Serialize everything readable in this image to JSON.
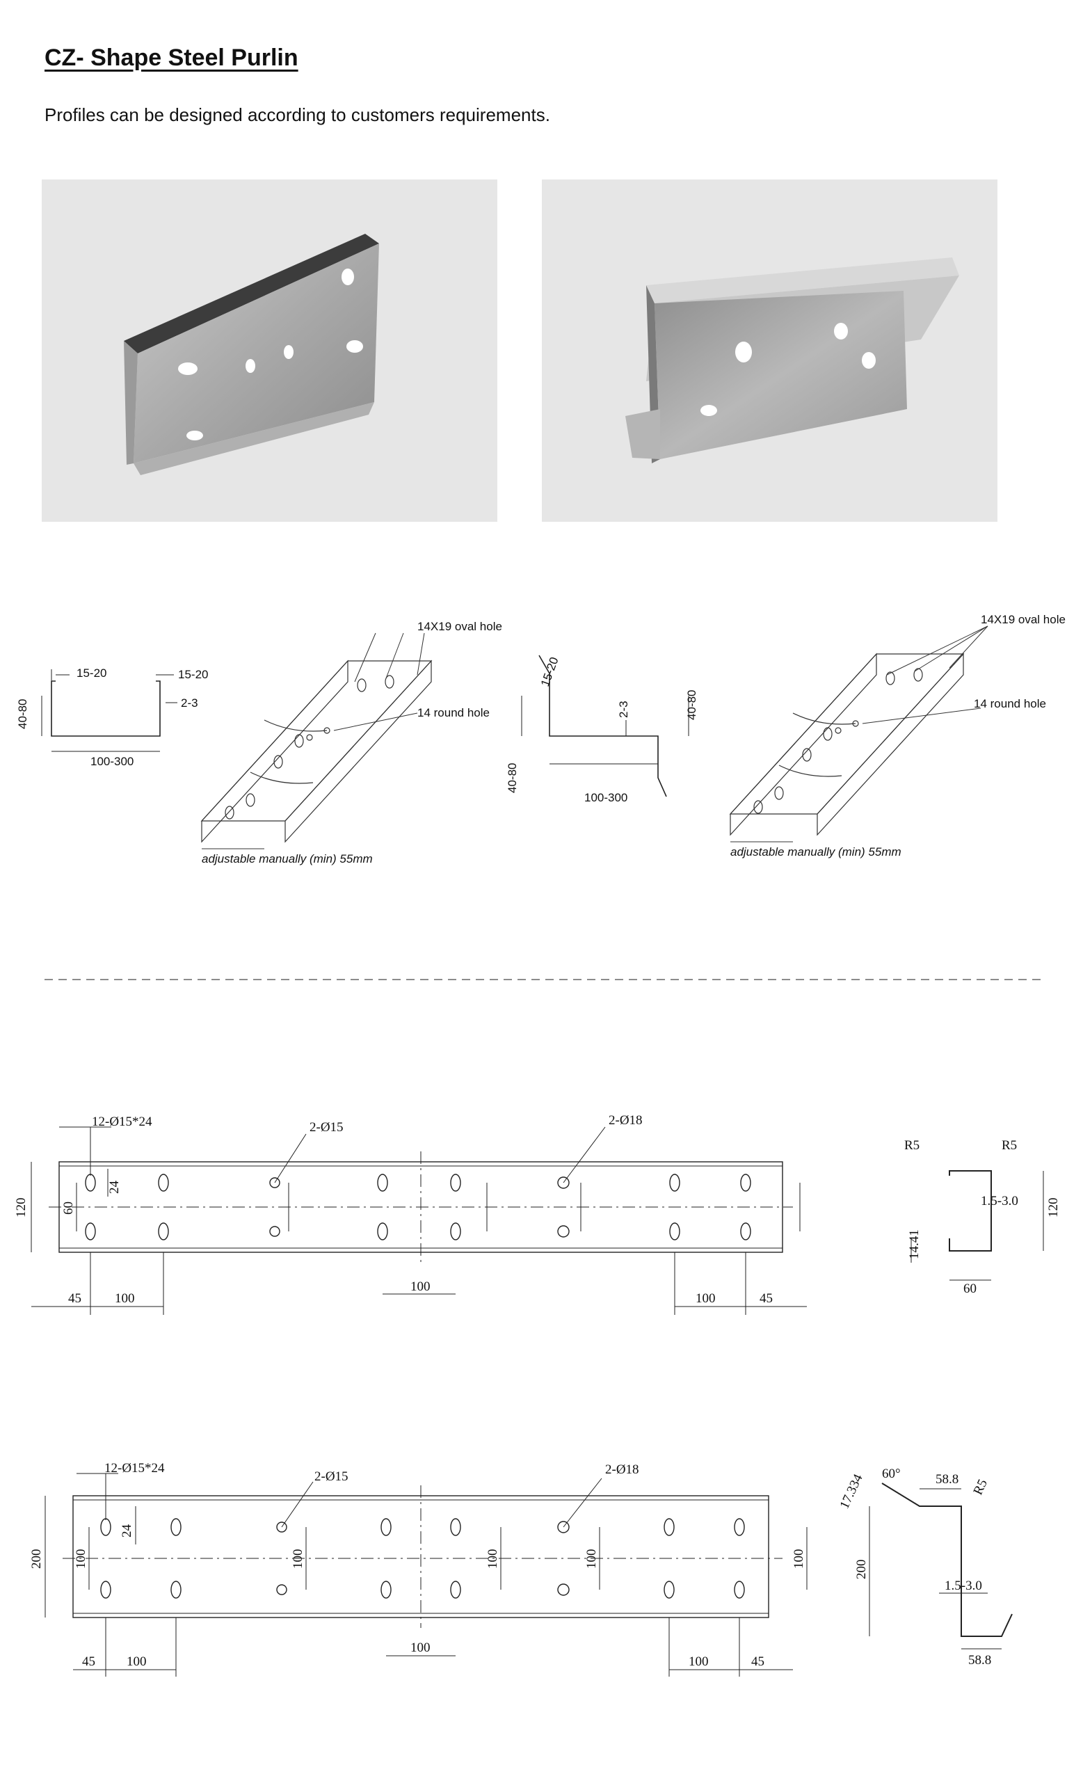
{
  "header": {
    "title": "CZ- Shape Steel Purlin",
    "subtitle": "Profiles can be designed according to customers requirements."
  },
  "sketch_c": {
    "lip": "15-20",
    "lip_right": "15-20",
    "thickness": "2-3",
    "flange": "40-80",
    "web": "100-300",
    "oval_hole": "14X19 oval hole",
    "round_hole": "14 round hole",
    "adjust": "adjustable manually (min) 55mm"
  },
  "sketch_z": {
    "lip": "15-20",
    "thickness": "2-3",
    "flange_right": "40-80",
    "flange_left": "40-80",
    "web": "100-300",
    "oval_hole": "14X19 oval hole",
    "round_hole": "14 round hole",
    "adjust": "adjustable manually (min) 55mm"
  },
  "c_drawing": {
    "holes_oval": "12-Ø15*24",
    "holes_15": "2-Ø15",
    "holes_18": "2-Ø18",
    "height": "120",
    "gauge": "60",
    "slot": "24",
    "end": "45",
    "pitch": "100",
    "section": {
      "radius_left": "R5",
      "radius_right": "R5",
      "thickness": "1.5-3.0",
      "height": "120",
      "lip": "14.41",
      "flange": "60"
    }
  },
  "z_drawing": {
    "holes_oval": "12-Ø15*24",
    "holes_15": "2-Ø15",
    "holes_18": "2-Ø18",
    "height": "200",
    "gauge": "100",
    "slot": "24",
    "end": "45",
    "pitch": "100",
    "section": {
      "angle": "60°",
      "lip": "17.334",
      "flange": "58.8",
      "radius": "R5",
      "height": "200",
      "thickness": "1.5-3.0"
    }
  }
}
